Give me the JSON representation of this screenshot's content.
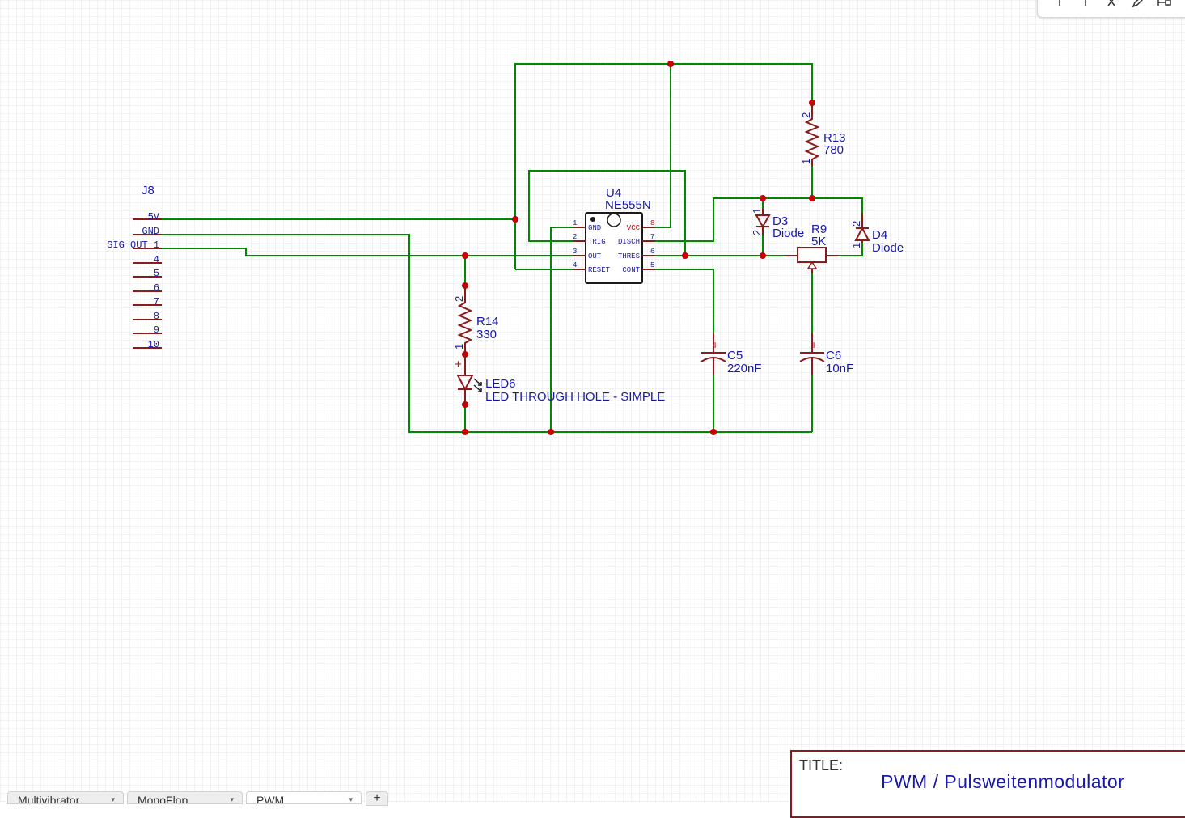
{
  "connector": {
    "ref": "J8",
    "pins": [
      "5V",
      "GND",
      "SIG OUT 1",
      "4",
      "5",
      "6",
      "7",
      "8",
      "9",
      "10"
    ]
  },
  "timer": {
    "ref": "U4",
    "value": "NE555N",
    "left_pins": [
      {
        "num": "1",
        "name": "GND"
      },
      {
        "num": "2",
        "name": "TRIG"
      },
      {
        "num": "3",
        "name": "OUT"
      },
      {
        "num": "4",
        "name": "RESET"
      }
    ],
    "right_pins": [
      {
        "num": "8",
        "name": "VCC"
      },
      {
        "num": "7",
        "name": "DISCH"
      },
      {
        "num": "6",
        "name": "THRES"
      },
      {
        "num": "5",
        "name": "CONT"
      }
    ]
  },
  "parts": {
    "r13": {
      "ref": "R13",
      "value": "780",
      "pin_a": "2",
      "pin_b": "1"
    },
    "r14": {
      "ref": "R14",
      "value": "330",
      "pin_a": "2",
      "pin_b": "1"
    },
    "r9": {
      "ref": "R9",
      "value": "5K"
    },
    "d3": {
      "ref": "D3",
      "value": "Diode",
      "pin_a": "1",
      "pin_b": "2"
    },
    "d4": {
      "ref": "D4",
      "value": "Diode",
      "pin_a": "2",
      "pin_b": "1"
    },
    "c5": {
      "ref": "C5",
      "value": "220nF",
      "plus": "+"
    },
    "c6": {
      "ref": "C6",
      "value": "10nF",
      "plus": "+"
    },
    "led6": {
      "ref": "LED6",
      "value": "LED THROUGH HOLE - SIMPLE",
      "plus": "+"
    }
  },
  "title_block": {
    "label": "TITLE:",
    "value": "PWM / Pulsweitenmodulator"
  },
  "tabs": [
    "Multivibrator",
    "MonoFlop",
    "PWM"
  ],
  "tab_add": "+",
  "colors": {
    "wire": "#008800",
    "component": "#8b1a1a",
    "text": "#1818a8",
    "junction": "#c80000",
    "pin_text": "#c80000"
  }
}
